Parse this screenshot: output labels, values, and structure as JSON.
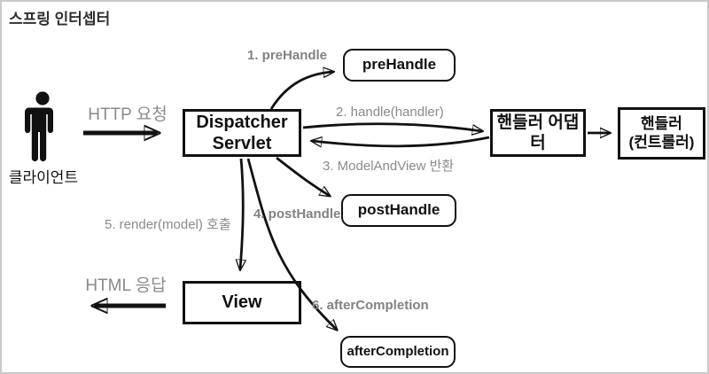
{
  "title": "스프링 인터셉터",
  "client": {
    "label": "클라이언트",
    "icon": "person-icon"
  },
  "nodes": {
    "dispatcher": {
      "line1": "Dispatcher",
      "line2": "Servlet"
    },
    "pre_handle": "preHandle",
    "handler_adapter": "핸들러 어댑터",
    "handler": {
      "line1": "핸들러",
      "line2": "(컨트롤러)"
    },
    "post_handle": "postHandle",
    "view": "View",
    "after_completion": "afterCompletion"
  },
  "labels": {
    "http_request": "HTTP 요청",
    "html_response": "HTML 응답",
    "step1": "1. preHandle",
    "step2": "2. handle(handler)",
    "step3": "3. ModelAndView 반환",
    "step4": "4. postHandle",
    "step5": "5. render(model) 호출",
    "step6": "6. afterCompletion"
  },
  "colors": {
    "box_border": "#111111",
    "label_gray": "#8a8a8a",
    "title_color": "#2f2f2f",
    "background": "#ffffff",
    "outer_border": "#c9c9c9"
  }
}
